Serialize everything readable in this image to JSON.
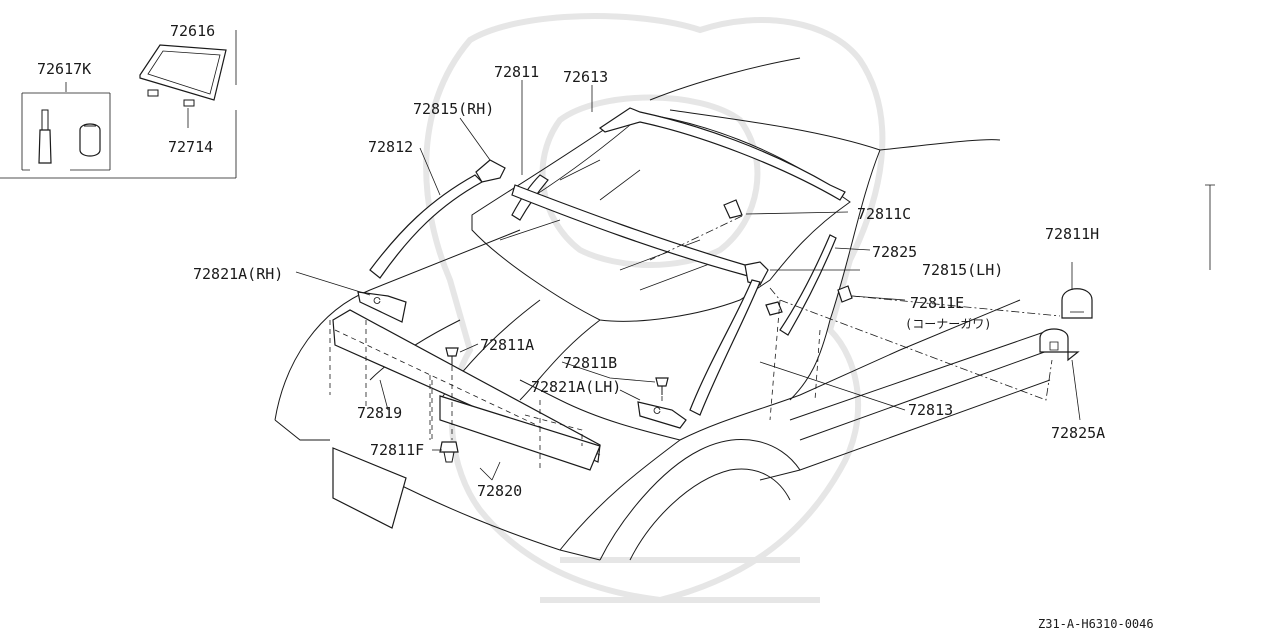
{
  "diagram_id": "Z31-A-H6310-0046",
  "labels": {
    "p72616": "72616",
    "p72617K": "72617K",
    "p72714": "72714",
    "p72811": "72811",
    "p72613": "72613",
    "p72815RH": "72815(RH)",
    "p72812": "72812",
    "p72811C": "72811C",
    "p72825": "72825",
    "p72815LH": "72815(LH)",
    "p72811H": "72811H",
    "p72821ARH": "72821A(RH)",
    "p72811E": "72811E",
    "p72811E_note": "(コーナーガワ)",
    "p72811A": "72811A",
    "p72811B": "72811B",
    "p72821ALH": "72821A(LH)",
    "p72813": "72813",
    "p72819": "72819",
    "p72825A": "72825A",
    "p72811F": "72811F",
    "p72820": "72820"
  }
}
